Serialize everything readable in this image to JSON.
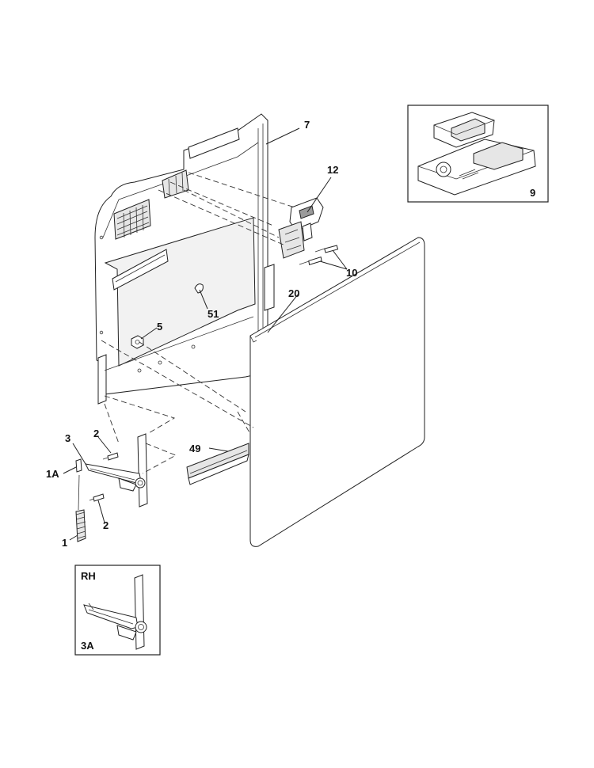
{
  "labels": {
    "l7": "7",
    "l12": "12",
    "l10": "10",
    "l20": "20",
    "l51": "51",
    "l5": "5",
    "l9": "9",
    "l49": "49",
    "l3": "3",
    "l2a": "2",
    "l1a": "1A",
    "l2b": "2",
    "l1": "1",
    "rh": "RH",
    "l3a": "3A"
  }
}
